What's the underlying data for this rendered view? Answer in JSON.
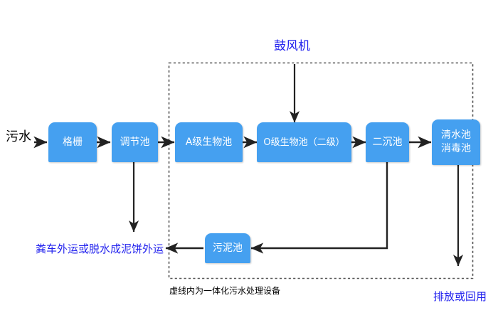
{
  "diagram": {
    "title_top": "鼓风机",
    "inlet_label": "污水",
    "caption_bottom": "虚线内为一体化污水处理设备",
    "sludge_outlet_label": "粪车外运或脱水成泥饼外运",
    "effluent_label": "排放或回用",
    "accent_color": "#45a0f0",
    "blue_text_color": "#2222ee",
    "line_color": "#222222",
    "nodes": [
      {
        "id": "grid",
        "label": "格栅",
        "lines": [
          "格栅"
        ]
      },
      {
        "id": "regulating-tank",
        "label": "调节池",
        "lines": [
          "调节池"
        ]
      },
      {
        "id": "a-stage-bio-tank",
        "label": "A级生物池",
        "lines": [
          "A级生物池"
        ]
      },
      {
        "id": "o-stage-bio-tank",
        "label": "O级生物池（二级）",
        "lines": [
          "O级生物池（二级）"
        ]
      },
      {
        "id": "secondary-settling-tank",
        "label": "二沉池",
        "lines": [
          "二沉池"
        ]
      },
      {
        "id": "clearwater-disinfection-tank",
        "label": "清水池 消毒池",
        "lines": [
          "清水池",
          "消毒池"
        ]
      },
      {
        "id": "sludge-tank",
        "label": "污泥池",
        "lines": [
          "污泥池"
        ]
      }
    ]
  }
}
